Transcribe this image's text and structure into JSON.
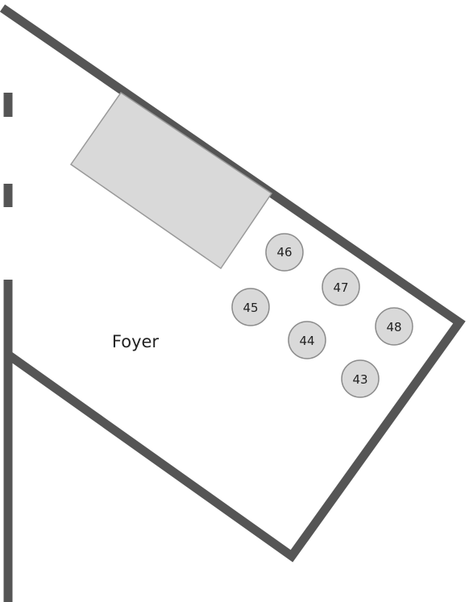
{
  "room": {
    "label": "Foyer"
  },
  "seats": [
    {
      "id": "46",
      "label": "46"
    },
    {
      "id": "47",
      "label": "47"
    },
    {
      "id": "45",
      "label": "45"
    },
    {
      "id": "48",
      "label": "48"
    },
    {
      "id": "44",
      "label": "44"
    },
    {
      "id": "43",
      "label": "43"
    }
  ],
  "colors": {
    "wall": "#555555",
    "table_fill": "#d9d9d9",
    "table_stroke": "#999999",
    "seat_fill": "#d9d9d9",
    "seat_stroke": "#8c8c8c",
    "text": "#222222"
  }
}
